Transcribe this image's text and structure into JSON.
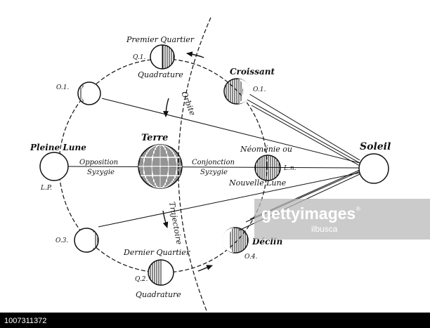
{
  "labels": {
    "premier_quartier": "Premier Quartier",
    "q1": "Q.1.",
    "quadrature_top": "Quadrature",
    "croissant": "Croissant",
    "o1_right": "O.1.",
    "o1_left": "O.1.",
    "orbite": "Orbite",
    "terre": "Terre",
    "pleine_lune": "Pleine Lune",
    "lp": "L.P.",
    "opposition": "Opposition",
    "syzygie_left": "Syzygie",
    "conjonction": "Conjonction",
    "syzygie_right": "Syzygie",
    "neomenie": "Néoménie ou",
    "ln": "L.n.",
    "nouvelle_lune": "Nouvelle Lune",
    "soleil": "Soleil",
    "o3": "O.3.",
    "trajectoire": "Trajectoire",
    "dernier_quartier": "Dernier Quartier",
    "q2": "Q.2.",
    "quadrature_bottom": "Quadrature",
    "declin": "Déclin",
    "o4": "O.4."
  },
  "watermark": {
    "brand": "gettyimages",
    "registered": "®",
    "credit": "ilbusca"
  },
  "footer": {
    "image_id": "1007311372"
  },
  "colors": {
    "ink": "#111111",
    "footer_bg": "#000000",
    "watermark_bg": "#c8c8c8"
  }
}
